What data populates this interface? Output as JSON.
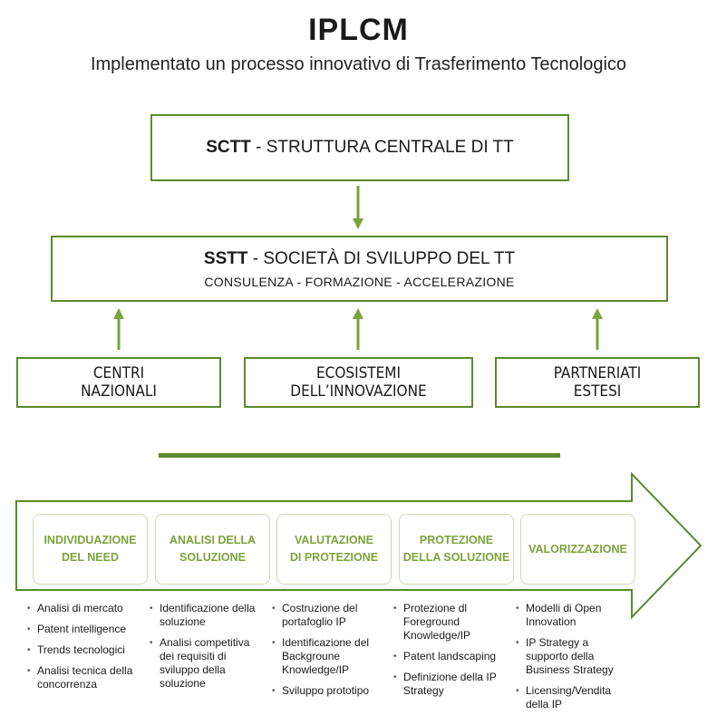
{
  "header": {
    "title": "IPLCM",
    "subtitle": "Implementato un processo innovativo di Trasferimento Tecnologico"
  },
  "sctt": {
    "acronym": "SCTT",
    "text": " - STRUTTURA CENTRALE DI TT"
  },
  "sstt": {
    "acronym": "SSTT",
    "text": " - SOCIETÀ DI SVILUPPO DEL TT",
    "services": "CONSULENZA - FORMAZIONE - ACCELERAZIONE"
  },
  "sources": [
    {
      "line1": "CENTRI",
      "line2": "NAZIONALI"
    },
    {
      "line1": "ECOSISTEMI",
      "line2": "DELL’INNOVAZIONE"
    },
    {
      "line1": "PARTNERIATI",
      "line2": "ESTESI"
    }
  ],
  "colors": {
    "accent": "#5b8a2e",
    "stage_text": "#7aa43a",
    "stage_border": "#c9ddb1"
  },
  "stages": [
    {
      "line1": "INDIVIDUAZIONE",
      "line2": "DEL NEED",
      "items": [
        "Analisi di mercato",
        "Patent intelligence",
        "Trends tecnologici",
        "Analisi tecnica della concorrenza"
      ]
    },
    {
      "line1": "ANALISI DELLA",
      "line2": "SOLUZIONE",
      "items": [
        "Identificazione della soluzione",
        "Analisi competitiva dei requisiti di sviluppo della soluzione"
      ]
    },
    {
      "line1": "VALUTAZIONE",
      "line2": "DI PROTEZIONE",
      "items": [
        "Costruzione del portafoglio IP",
        "Identificazione del Backgroune Knowledge/IP",
        "Sviluppo prototipo"
      ]
    },
    {
      "line1": "PROTEZIONE",
      "line2": "DELLA SOLUZIONE",
      "items": [
        "Protezione dl Foreground Knowledge/IP",
        "Patent landscaping",
        "Definizione della IP Strategy"
      ]
    },
    {
      "line1": "VALORIZZAZIONE",
      "line2": "",
      "items": [
        "Modelli di Open Innovation",
        "IP Strategy a supporto della Business Strategy",
        "Licensing/Vendita della IP"
      ]
    }
  ]
}
